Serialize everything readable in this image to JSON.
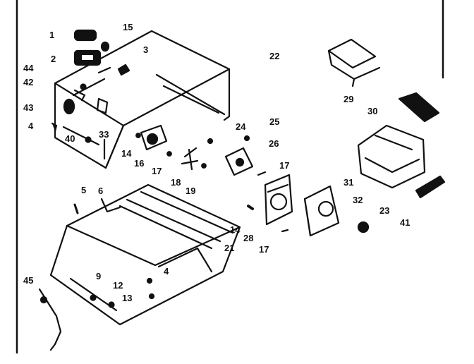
{
  "diagram": {
    "labels": {
      "l1": "1",
      "l15": "15",
      "l2": "2",
      "l3": "3",
      "l22": "22",
      "l44": "44",
      "l42": "42",
      "l43": "43",
      "l4a": "4",
      "l40": "40",
      "l33": "33",
      "l14a": "14",
      "l16": "16",
      "l17a": "17",
      "l18": "18",
      "l19": "19",
      "l24": "24",
      "l25": "25",
      "l26": "26",
      "l17b": "17",
      "l5": "5",
      "l6": "6",
      "l14b": "14",
      "l28": "28",
      "l17c": "17",
      "l21": "21",
      "l31": "31",
      "l32": "32",
      "l23": "23",
      "l41": "41",
      "l29": "29",
      "l30": "30",
      "l45": "45",
      "l9": "9",
      "l12": "12",
      "l13": "13",
      "l4b": "4"
    }
  }
}
